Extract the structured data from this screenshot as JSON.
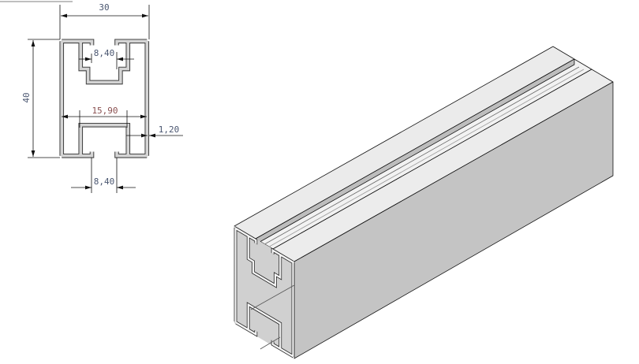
{
  "drawing": {
    "dimensions": {
      "width": "30",
      "height": "40",
      "top_slot": "8,40",
      "inner_width": "15,90",
      "wall": "1,20",
      "bottom_slot": "8,40"
    },
    "colors": {
      "dimension_text": "#4a5670",
      "profile_fill": "#d4d4d4",
      "outline": "#333333",
      "side_face": "#c4c4c4",
      "top_face": "#ececec"
    }
  }
}
